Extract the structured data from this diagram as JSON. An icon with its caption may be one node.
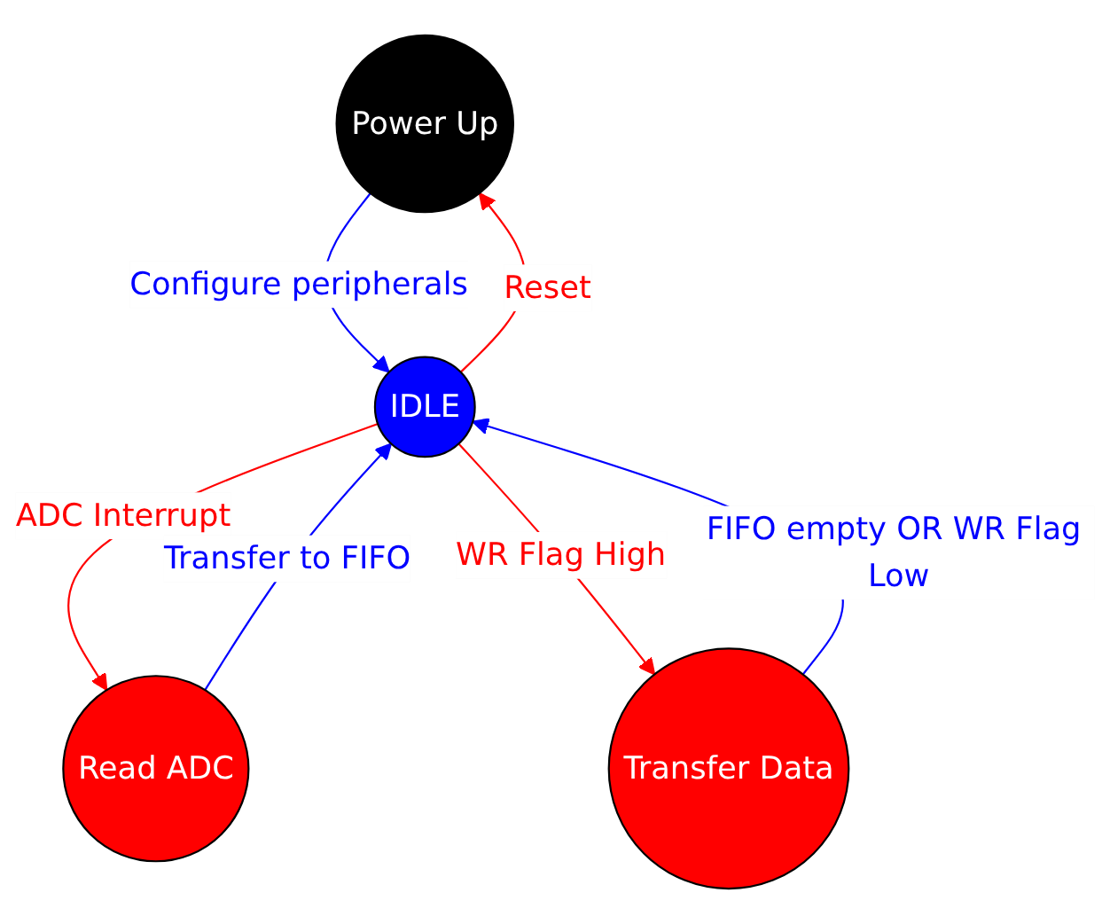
{
  "diagram": {
    "nodes": [
      {
        "text": [
          "Power Up"
        ]
      },
      {
        "text": [
          "IDLE"
        ]
      },
      {
        "text": [
          "Read ADC"
        ]
      },
      {
        "text": [
          "Transfer Data"
        ]
      }
    ],
    "edges": [
      {
        "from": 0,
        "to": 1,
        "arrow": "to",
        "label": "Configure peripherals",
        "color": "#0000ff"
      },
      {
        "from": 1,
        "to": 0,
        "arrow": "to",
        "label": "Reset",
        "color": "#ff0000"
      },
      {
        "from": 1,
        "to": 2,
        "arrow": "to",
        "label": "ADC Interrupt",
        "color": "#ff0000"
      },
      {
        "from": 2,
        "to": 1,
        "arrow": "to",
        "label": "Transfer to FIFO",
        "color": "#0000ff"
      },
      {
        "from": 1,
        "to": 3,
        "arrow": "to",
        "label": "WR Flag High",
        "color": "#ff0000"
      },
      {
        "from": 3,
        "to": 1,
        "arrow": "to",
        "label": "FIFO empty OR WR Flag Low",
        "color": "#0000ff"
      }
    ]
  }
}
